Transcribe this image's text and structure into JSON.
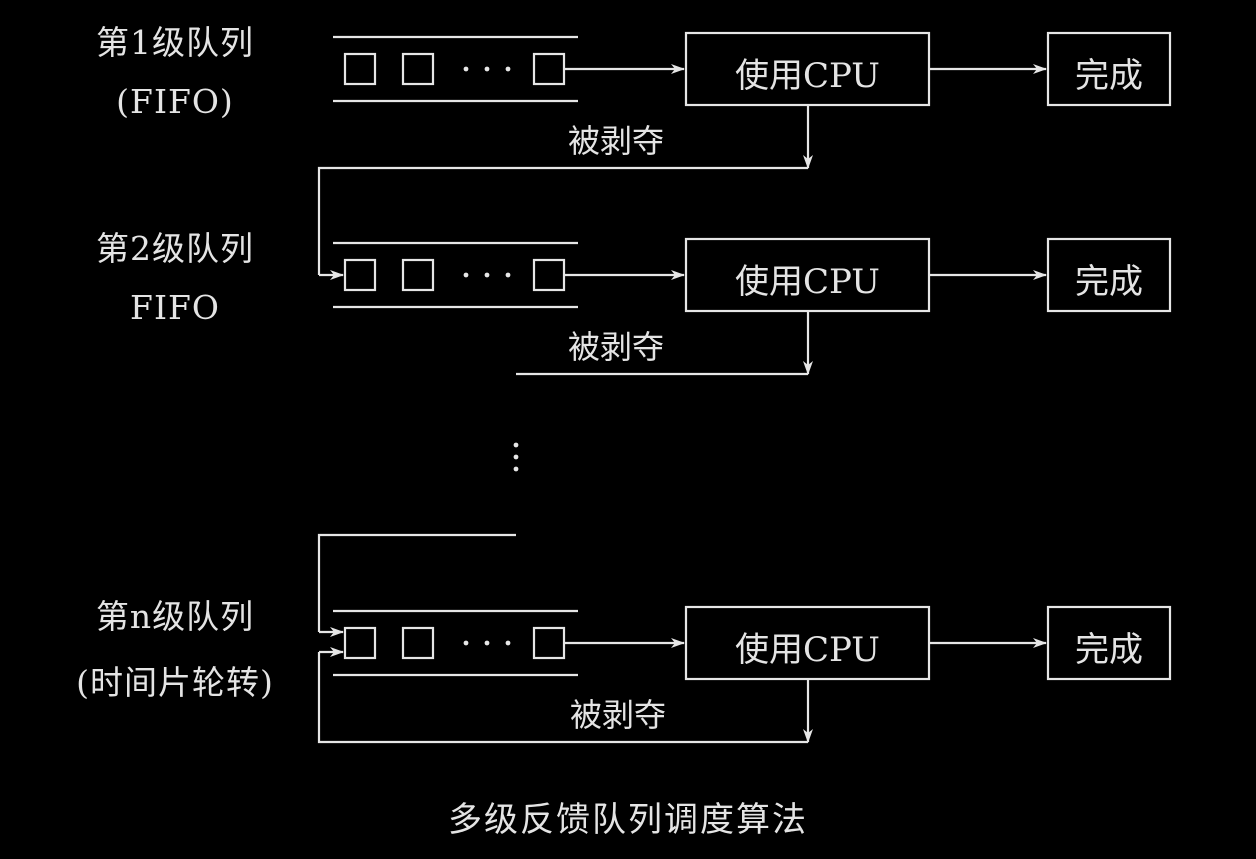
{
  "diagram": {
    "title": "多级反馈队列调度算法",
    "levels": [
      {
        "name": "第1级队列",
        "policy": "(FIFO)",
        "cpu_label": "使用CPU",
        "done_label": "完成",
        "preempt_label": "被剥夺"
      },
      {
        "name": "第2级队列",
        "policy": "FIFO",
        "cpu_label": "使用CPU",
        "done_label": "完成",
        "preempt_label": "被剥夺"
      },
      {
        "name": "第n级队列",
        "policy": "(时间片轮转)",
        "cpu_label": "使用CPU",
        "done_label": "完成",
        "preempt_label": "被剥夺"
      }
    ],
    "ellipsis": "⋮",
    "colors": {
      "background": "#000000",
      "foreground": "#e6e6e6"
    }
  }
}
